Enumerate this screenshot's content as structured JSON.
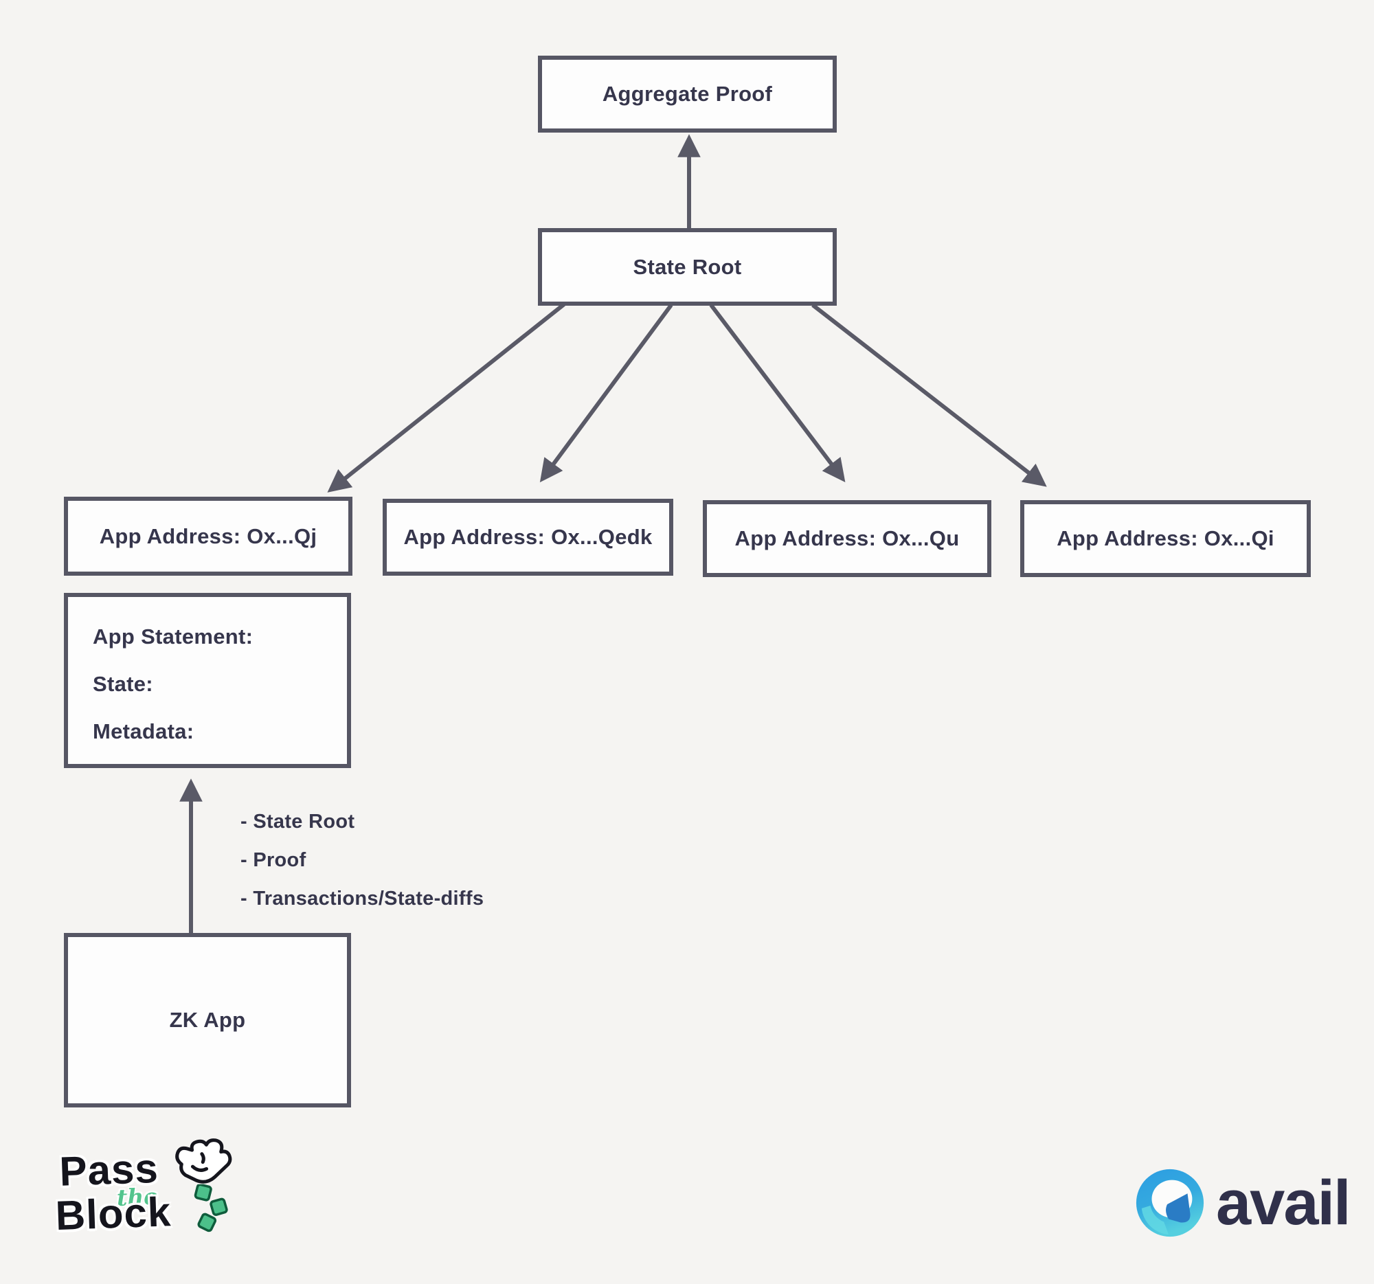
{
  "colors": {
    "background": "#f5f4f2",
    "box_fill": "#fdfdfd",
    "box_border": "#565664",
    "arrow": "#5a5a67",
    "text": "#36364c",
    "brand_green": "#53c48d",
    "avail_blue": "#2f9fe0",
    "avail_dark_blue": "#2a7cc5",
    "avail_text": "#30304a",
    "pass_the_block_text": "#15151d"
  },
  "diagram": {
    "nodes": {
      "aggregate_proof": {
        "label": "Aggregate Proof"
      },
      "state_root": {
        "label": "State Root"
      },
      "app_address_1": {
        "label": "App Address: Ox...Qj"
      },
      "app_address_2": {
        "label": "App Address: Ox...Qedk"
      },
      "app_address_3": {
        "label": "App Address: Ox...Qu"
      },
      "app_address_4": {
        "label": "App Address: Ox...Qi"
      },
      "app_statement": {
        "lines": [
          "App Statement:",
          "State:",
          "Metadata:"
        ]
      },
      "zk_app": {
        "label": "ZK App"
      }
    },
    "edges": [
      {
        "from": "state_root",
        "to": "aggregate_proof",
        "direction": "up"
      },
      {
        "from": "state_root",
        "to": "app_address_1",
        "direction": "down"
      },
      {
        "from": "state_root",
        "to": "app_address_2",
        "direction": "down"
      },
      {
        "from": "state_root",
        "to": "app_address_3",
        "direction": "down"
      },
      {
        "from": "state_root",
        "to": "app_address_4",
        "direction": "down"
      },
      {
        "from": "zk_app",
        "to": "app_statement",
        "direction": "up"
      }
    ],
    "annotations": [
      "- State Root",
      "- Proof",
      "- Transactions/State-diffs"
    ]
  },
  "branding": {
    "pass_the_block": {
      "word1": "Pass",
      "word2": "the",
      "word3": "Block"
    },
    "avail": {
      "label": "avail"
    }
  },
  "icons": {
    "fist-icon": "white fist dropping dice",
    "dice-icon": "three green dice",
    "avail-icon": "blue circular swirl ring"
  }
}
